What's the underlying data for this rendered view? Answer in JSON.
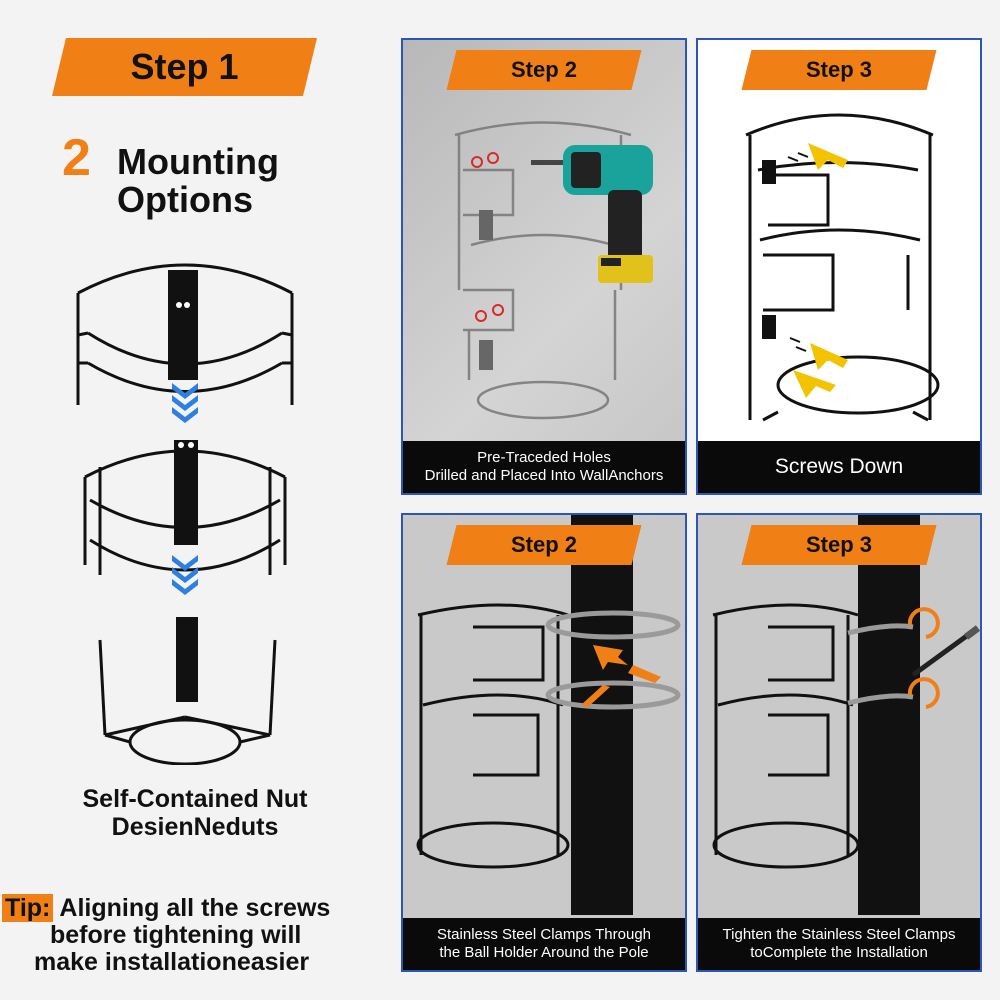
{
  "step1": {
    "banner": "Step 1",
    "mount_number": "2",
    "mount_line1": "Mounting",
    "mount_line2": "Options",
    "caption_line1": "Self-Contained Nut",
    "caption_line2": "DesienNeduts"
  },
  "tip": {
    "label": "Tip:",
    "line1": "Aligning all the screws",
    "line2": "before tightening will",
    "line3": "make installationeasier"
  },
  "panels": {
    "wall_step2": {
      "banner": "Step 2",
      "caption_line1": "Pre-Traceded Holes",
      "caption_line2": "Drilled and Placed Into WallAnchors"
    },
    "wall_step3": {
      "banner": "Step 3",
      "caption_line1": "Screws Down"
    },
    "pole_step2": {
      "banner": "Step 2",
      "caption_line1": "Stainless Steel Clamps Through",
      "caption_line2": "the Ball Holder Around the Pole"
    },
    "pole_step3": {
      "banner": "Step 3",
      "caption_line1": "Tighten the Stainless Steel Clamps",
      "caption_line2": "toComplete the Installation"
    }
  },
  "colors": {
    "accent": "#f07f16",
    "panel_border": "#2b56b5",
    "arrow_blue": "#2f7fe0",
    "drill_teal": "#1aa39a",
    "battery_yellow": "#e0c21a"
  }
}
